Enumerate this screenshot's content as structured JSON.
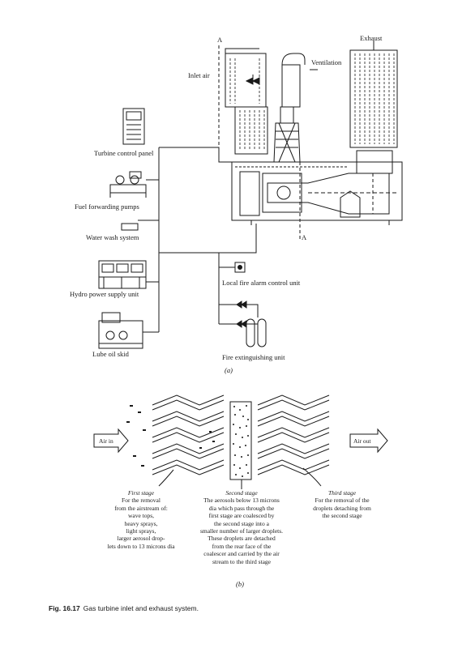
{
  "part_a": {
    "section_markers": [
      "A",
      "A"
    ],
    "labels": {
      "exhaust": "Exhaust",
      "ventilation": "Ventilation",
      "inlet_air": "Inlet air",
      "turbine_control_panel": "Turbine control panel",
      "fuel_forwarding_pumps": "Fuel forwarding pumps",
      "water_wash_system": "Water wash system",
      "hydro_power_supply_unit": "Hydro power supply unit",
      "lube_oil_skid": "Lube oil skid",
      "local_fire_alarm": "Local fire alarm control unit",
      "fire_extinguishing": "Fire extinguishing unit"
    },
    "sub_label": "(a)"
  },
  "part_b": {
    "air_in": "Air in",
    "air_out": "Air out",
    "stages": [
      {
        "title": "First stage",
        "lines": [
          "For the removal",
          "from the airstream of:",
          "wave tops,",
          "heavy sprays,",
          "light sprays,",
          "larger aerosol drop-",
          "lets down to 13 microns dia"
        ]
      },
      {
        "title": "Second stage",
        "lines": [
          "The aerosols below 13 microns",
          "dia which pass through the",
          "first stage are coalesced by",
          "the second stage into a",
          "smaller number of larger droplets.",
          "These droplets are detached",
          "from the rear face of the",
          "coalescer and carried by the air",
          "stream to the third stage"
        ]
      },
      {
        "title": "Third stage",
        "lines": [
          "For the removal of the",
          "droplets detaching from",
          "the second stage"
        ]
      }
    ],
    "sub_label": "(b)"
  },
  "caption": {
    "number": "Fig. 16.17",
    "text": "Gas turbine inlet and exhaust system."
  }
}
